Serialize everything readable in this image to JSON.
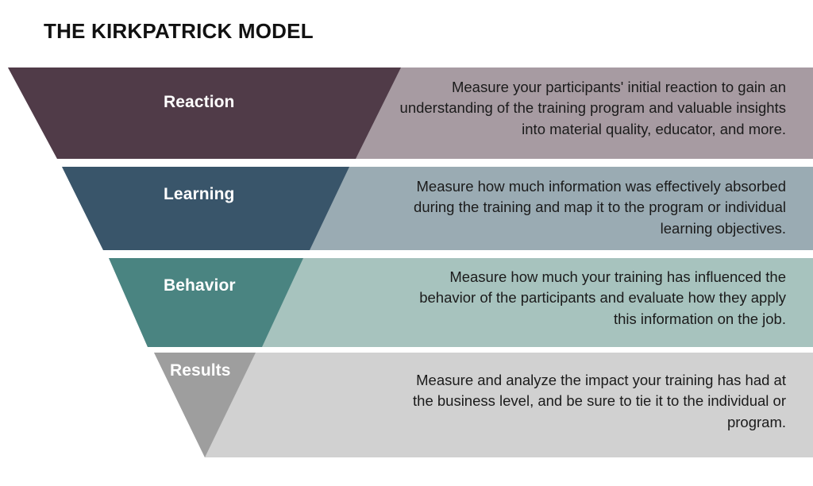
{
  "title": "THE KIRKPATRICK MODEL",
  "colors": {
    "background": "#ffffff",
    "title_text": "#111111",
    "body_text": "#1b1b1b",
    "label_text": "#ffffff",
    "level1_dark": "#503B48",
    "level1_light": "#A79BA2",
    "level2_dark": "#39556A",
    "level2_light": "#9AABB3",
    "level3_dark": "#4A8481",
    "level3_light": "#A7C3BE",
    "level4_dark": "#9E9E9E",
    "level4_light": "#D1D1D1"
  },
  "levels": [
    {
      "label": "Reaction",
      "description": "Measure your participants' initial reaction to gain an understanding of the training program and valuable insights into material quality, educator, and more."
    },
    {
      "label": "Learning",
      "description": "Measure how much information was effectively absorbed during the training and map it to the program or individual learning objectives."
    },
    {
      "label": "Behavior",
      "description": "Measure how much your training has influenced the behavior of the participants and evaluate how they apply this information on the job."
    },
    {
      "label": "Results",
      "description": "Measure and analyze the impact your training has had at the business level, and be sure to tie it to the individual or program."
    }
  ]
}
